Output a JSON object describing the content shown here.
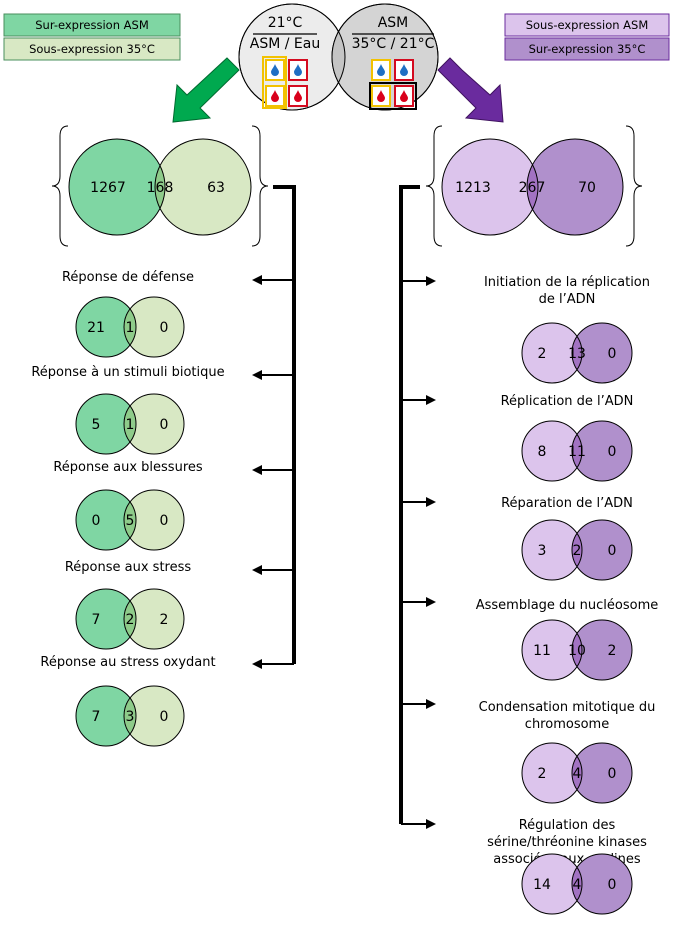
{
  "colors": {
    "green_dark": "#7fd6a3",
    "green_light": "#d8e8c4",
    "green_overlap": "#8ecb8a",
    "green_arrow": "#00a94f",
    "purple_light": "#dcc4ec",
    "purple_dark": "#b090cc",
    "purple_overlap": "#a272c2",
    "purple_arrow": "#6a2b9e",
    "gray_light": "#ececec",
    "gray_dark": "#d4d4d4",
    "water_drop": "#1f6fc4",
    "asm_drop": "#d9001b",
    "yellow_frame": "#f2c200",
    "red_frame": "#d40b20"
  },
  "legend": {
    "left": [
      "Sur-expression ASM",
      "Sous-expression 35°C"
    ],
    "right": [
      "Sous-expression ASM",
      "Sur-expression 35°C"
    ]
  },
  "top_venn": {
    "left": {
      "top": "21°C",
      "bottom": "ASM / Eau"
    },
    "right": {
      "top": "ASM",
      "bottom": "35°C / 21°C"
    }
  },
  "main_green": {
    "left": "1267",
    "mid": "168",
    "right": "63"
  },
  "main_purple": {
    "left": "1213",
    "mid": "267",
    "right": "70"
  },
  "left_groups": [
    {
      "label": [
        "Réponse de défense"
      ],
      "a": "21",
      "b": "1",
      "c": "0"
    },
    {
      "label": [
        "Réponse à un stimuli biotique"
      ],
      "a": "5",
      "b": "1",
      "c": "0"
    },
    {
      "label": [
        "Réponse aux blessures"
      ],
      "a": "0",
      "b": "5",
      "c": "0"
    },
    {
      "label": [
        "Réponse aux stress"
      ],
      "a": "7",
      "b": "2",
      "c": "2"
    },
    {
      "label": [
        "Réponse au stress oxydant"
      ],
      "a": "7",
      "b": "3",
      "c": "0"
    }
  ],
  "right_groups": [
    {
      "label": [
        "Initiation de la réplication",
        "de l’ADN"
      ],
      "a": "2",
      "b": "13",
      "c": "0"
    },
    {
      "label": [
        "Réplication de l’ADN"
      ],
      "a": "8",
      "b": "11",
      "c": "0"
    },
    {
      "label": [
        "Réparation de l’ADN"
      ],
      "a": "3",
      "b": "2",
      "c": "0"
    },
    {
      "label": [
        "Assemblage du nucléosome"
      ],
      "a": "11",
      "b": "10",
      "c": "2"
    },
    {
      "label": [
        "Condensation mitotique du",
        "chromosome"
      ],
      "a": "2",
      "b": "4",
      "c": "0"
    },
    {
      "label": [
        "Régulation des",
        "sérine/thréonine kinases",
        "associées aux cyclines"
      ],
      "a": "14",
      "b": "4",
      "c": "0"
    }
  ]
}
